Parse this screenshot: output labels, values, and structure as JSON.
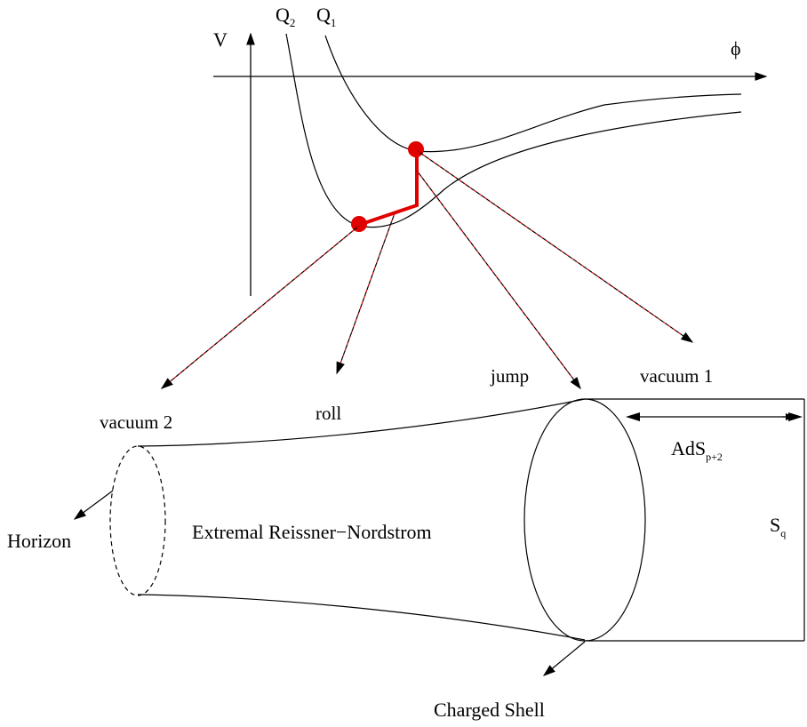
{
  "potential_plot": {
    "y_axis_label": "V",
    "x_axis_label": "ϕ",
    "curve_labels": [
      {
        "base": "Q",
        "sub": "2"
      },
      {
        "base": "Q",
        "sub": "1"
      }
    ]
  },
  "transition_labels": {
    "vacuum_2": "vacuum 2",
    "roll": "roll",
    "jump": "jump",
    "vacuum_1": "vacuum 1"
  },
  "geometry_labels": {
    "horizon": "Horizon",
    "extremal": "Extremal Reissner−Nordstrom",
    "charged_shell": "Charged Shell",
    "ads": {
      "base": "AdS",
      "sub": "p+2"
    },
    "sphere": {
      "base": "S",
      "sub": "q"
    }
  },
  "colors": {
    "path": "#e00000",
    "lines": "#000000"
  }
}
